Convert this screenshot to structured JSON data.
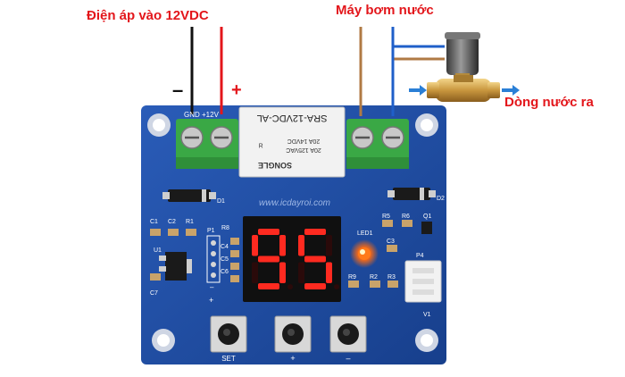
{
  "annotations": {
    "power_input": "Điện áp vào 12VDC",
    "pump": "Máy bơm nước",
    "water_out": "Dòng nước ra",
    "minus": "–",
    "plus": "+"
  },
  "board": {
    "terminal_left": "GND    +12V",
    "terminal_right": "",
    "relay_model": "SRA-12VDC-AL",
    "relay_rating_1": "20A 14VDC",
    "relay_rating_2": "20A 125VAC",
    "relay_brand": "SONGLE",
    "watermark": "www.icdayroi.com",
    "display_digits": "95",
    "led_label": "LED1",
    "buttons": [
      "SET",
      "+",
      "–"
    ],
    "silk": {
      "d1": "D1",
      "d2": "D2",
      "c1": "C1",
      "c2": "C2",
      "r1": "R1",
      "p1": "P1",
      "r8": "R8",
      "c4": "C4",
      "c5": "C5",
      "c6": "C6",
      "c7": "C7",
      "r5": "R5",
      "r6": "R6",
      "q1": "Q1",
      "c3": "C3",
      "r9": "R9",
      "r2": "R2",
      "r3": "R3",
      "p4": "P4",
      "v1": "V1",
      "u1": "U1",
      "pin_plus": "+",
      "pin_minus": "–"
    }
  },
  "colors": {
    "pcb": "#1f4fa6",
    "pcb_dark": "#163d84",
    "terminal": "#3aa845",
    "relay": "#f2f2f2",
    "wire_black": "#111111",
    "wire_red": "#e3161b",
    "wire_brown": "#b07a44",
    "wire_blue": "#1f5fc9",
    "label_red": "#e3161b",
    "segment_red": "#ff2a20"
  }
}
